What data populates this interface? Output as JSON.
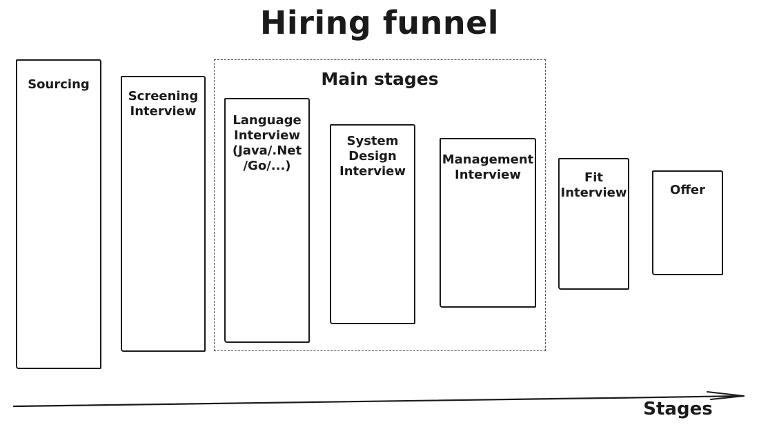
{
  "title": "Hiring funnel",
  "group": {
    "label": "Main stages"
  },
  "stages": [
    {
      "label": "Sourcing"
    },
    {
      "label": "Screening\nInterview"
    },
    {
      "label": "Language\nInterview\n(Java/.Net\n/Go/...)"
    },
    {
      "label": "System\nDesign\nInterview"
    },
    {
      "label": "Management\nInterview"
    },
    {
      "label": "Fit\nInterview"
    },
    {
      "label": "Offer"
    }
  ],
  "axis": {
    "label": "Stages"
  }
}
